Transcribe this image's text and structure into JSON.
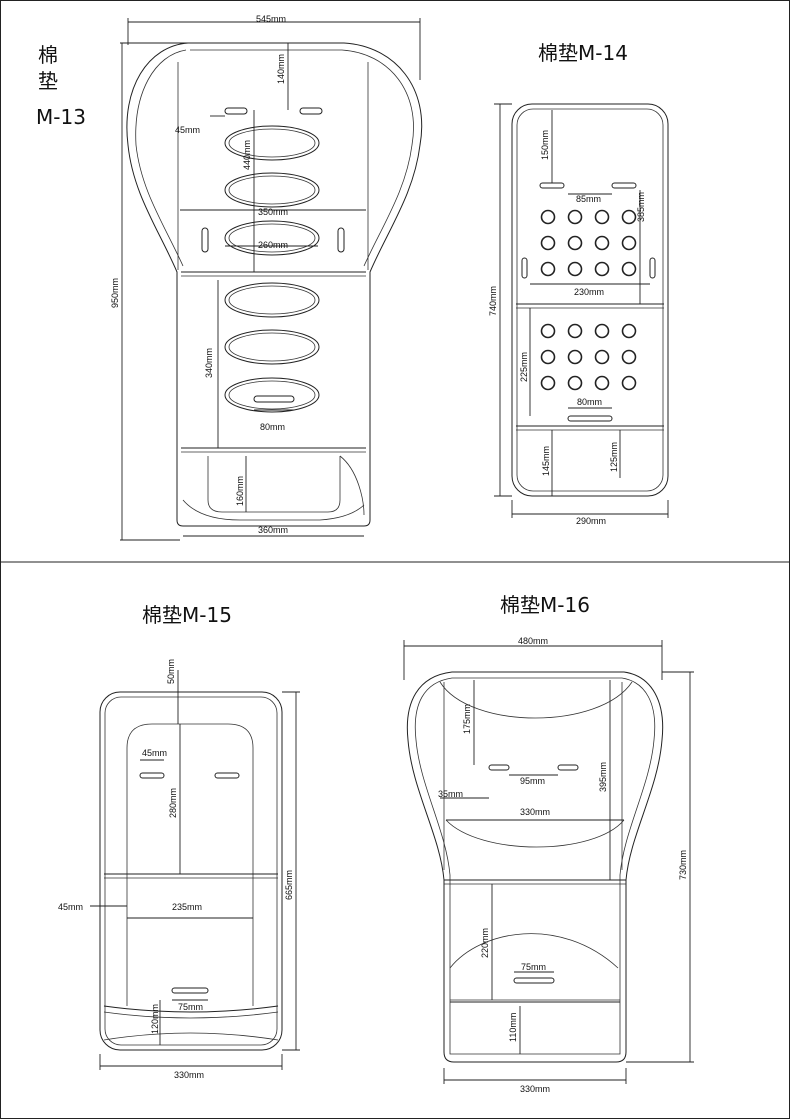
{
  "panels": {
    "m13": {
      "title_line1": "棉",
      "title_line2": "垫",
      "title_line3": "M-13",
      "dims": [
        "545mm",
        "140mm",
        "45mm",
        "440mm",
        "350mm",
        "260mm",
        "950mm",
        "340mm",
        "80mm",
        "160mm",
        "360mm"
      ]
    },
    "m14": {
      "title": "棉垫M-14",
      "dims": [
        "150mm",
        "85mm",
        "385mm",
        "740mm",
        "230mm",
        "225mm",
        "80mm",
        "145mm",
        "125mm",
        "290mm"
      ]
    },
    "m15": {
      "title": "棉垫M-15",
      "dims": [
        "50mm",
        "45mm",
        "280mm",
        "665mm",
        "45mm",
        "235mm",
        "120mm",
        "75mm",
        "330mm"
      ]
    },
    "m16": {
      "title": "棉垫M-16",
      "dims": [
        "480mm",
        "175mm",
        "95mm",
        "35mm",
        "330mm",
        "395mm",
        "730mm",
        "220mm",
        "75mm",
        "110mm",
        "330mm"
      ]
    }
  },
  "colors": {
    "line": "#222222",
    "background": "#ffffff"
  }
}
